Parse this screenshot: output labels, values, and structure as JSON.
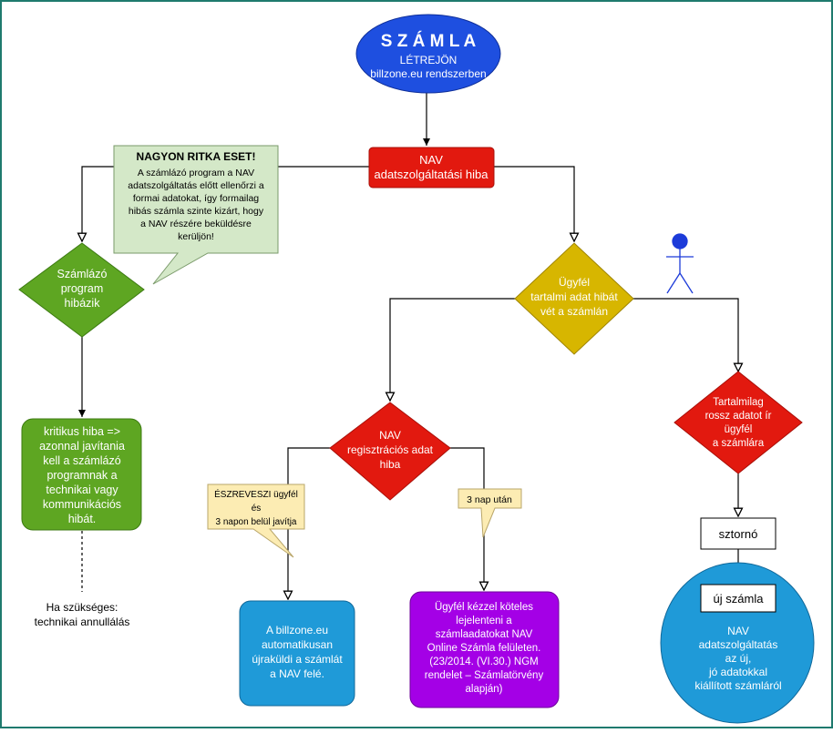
{
  "colors": {
    "frame": "#1f7a6e",
    "start_blue": "#1e4fe0",
    "red": "#e2190f",
    "yellow": "#d7b600",
    "green": "#5ea622",
    "note_green": "#d4e8c8",
    "note_yellow": "#fcecb3",
    "light_blue": "#1f9ad8",
    "purple": "#a400e6",
    "actor": "#1c3bd9",
    "line": "#000000"
  },
  "start": {
    "title": "S Z Á M L A",
    "lines": [
      "LÉTREJÖN",
      "billzone.eu rendszerben"
    ]
  },
  "nav_error": {
    "lines": [
      "NAV",
      "adatszolgáltatási hiba"
    ]
  },
  "rare_note": {
    "title": "NAGYON RITKA ESET!",
    "lines": [
      "A számlázó program a NAV",
      "adatszolgáltatás előtt ellenőrzi a",
      "formai adatokat, így formailag",
      "hibás számla szinte kizárt, hogy",
      "a NAV részére beküldésre",
      "kerüljön!"
    ]
  },
  "program_error": {
    "lines": [
      "Számlázó",
      "program",
      "hibázik"
    ]
  },
  "critical": {
    "lines": [
      "kritikus hiba =>",
      "azonnal javítania",
      "kell a számlázó",
      "programnak a",
      "technikai vagy",
      "kommunikációs",
      "hibát."
    ]
  },
  "tech_cancel": {
    "lines": [
      "Ha szükséges:",
      "technikai annullálás"
    ]
  },
  "client_error": {
    "lines": [
      "Ügyfél",
      "tartalmi adat hibát",
      "vét a számlán"
    ]
  },
  "reg_error": {
    "lines": [
      "NAV",
      "regisztrációs adat",
      "hiba"
    ]
  },
  "wrong_data": {
    "lines": [
      "Tartalmilag",
      "rossz adatot ír",
      "ügyfél",
      "a számlára"
    ]
  },
  "notice_note": {
    "lines": [
      "ÉSZREVESZI ügyfél",
      "és",
      "3 napon belül javítja"
    ]
  },
  "days_note": {
    "text": "3 nap után"
  },
  "auto_resend": {
    "lines": [
      "A billzone.eu",
      "automatikusan",
      "újraküldi a számlát",
      "a NAV felé."
    ]
  },
  "manual_report": {
    "lines": [
      "Ügyfél kézzel köteles",
      "lejelenteni a",
      "számlaadatokat NAV",
      "Online Számla felületen.",
      "(23/2014. (VI.30.) NGM",
      "rendelet – Számlatörvény",
      "alapján)"
    ]
  },
  "storno": {
    "text": "sztornó"
  },
  "new_invoice": {
    "text": "új számla"
  },
  "nav_new": {
    "lines": [
      "NAV",
      "adatszolgáltatás",
      "az új,",
      "jó adatokkal",
      "kiállított számláról"
    ]
  }
}
